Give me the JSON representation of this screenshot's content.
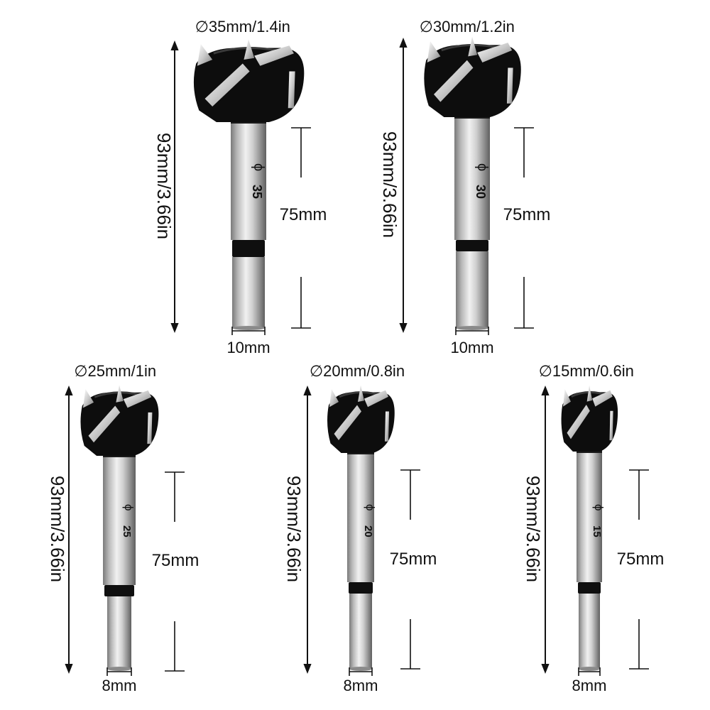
{
  "bits": [
    {
      "id": "bit-35",
      "top_dia": "35mm/1.4in",
      "stamp": "35",
      "length": "93mm/3.66in",
      "shank_len": "75mm",
      "shank_dia": "10mm"
    },
    {
      "id": "bit-30",
      "top_dia": "30mm/1.2in",
      "stamp": "30",
      "length": "93mm/3.66in",
      "shank_len": "75mm",
      "shank_dia": "10mm"
    },
    {
      "id": "bit-25",
      "top_dia": "25mm/1in",
      "stamp": "25",
      "length": "93mm/3.66in",
      "shank_len": "75mm",
      "shank_dia": "8mm"
    },
    {
      "id": "bit-20",
      "top_dia": "20mm/0.8in",
      "stamp": "20",
      "length": "93mm/3.66in",
      "shank_len": "75mm",
      "shank_dia": "8mm"
    },
    {
      "id": "bit-15",
      "top_dia": "15mm/0.6in",
      "stamp": "15",
      "length": "93mm/3.66in",
      "shank_len": "75mm",
      "shank_dia": "8mm"
    }
  ],
  "symbols": {
    "diameter": "∅",
    "phi": "ϕ"
  },
  "colors": {
    "text": "#111111",
    "steel_light": "#e6e6e6",
    "steel_mid": "#a9a9a9",
    "steel_dark": "#6e6e6e",
    "head": "#0d0d0d",
    "background": "#ffffff"
  }
}
